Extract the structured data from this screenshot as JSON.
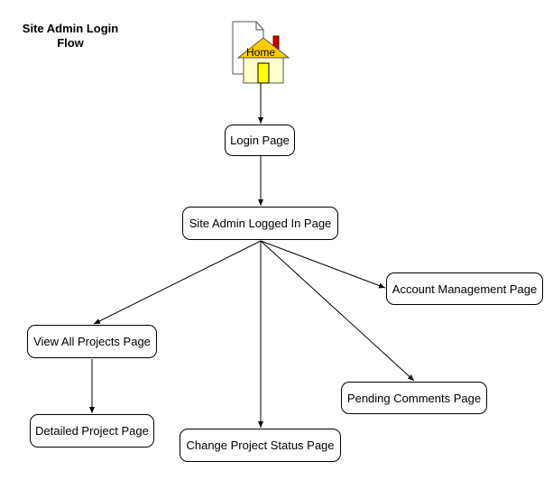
{
  "title": "Site Admin Login\nFlow",
  "home": {
    "label": "Home",
    "icon": "home-page-icon",
    "colors": {
      "house_wall": "#ffffcc",
      "roof": "#ffcc00",
      "door": "#ffff00",
      "chimney": "#cc0000",
      "page": "#ffffff"
    }
  },
  "nodes": {
    "login": "Login Page",
    "site_admin": "Site Admin Logged In Page",
    "account_management": "Account Management Page",
    "view_all_projects": "View All Projects Page",
    "pending_comments": "Pending Comments Page",
    "detailed_project": "Detailed Project Page",
    "change_project_status": "Change Project Status Page"
  },
  "edges": [
    {
      "from": "home",
      "to": "login"
    },
    {
      "from": "login",
      "to": "site_admin"
    },
    {
      "from": "site_admin",
      "to": "account_management"
    },
    {
      "from": "site_admin",
      "to": "view_all_projects"
    },
    {
      "from": "site_admin",
      "to": "pending_comments"
    },
    {
      "from": "site_admin",
      "to": "change_project_status"
    },
    {
      "from": "view_all_projects",
      "to": "detailed_project"
    }
  ]
}
